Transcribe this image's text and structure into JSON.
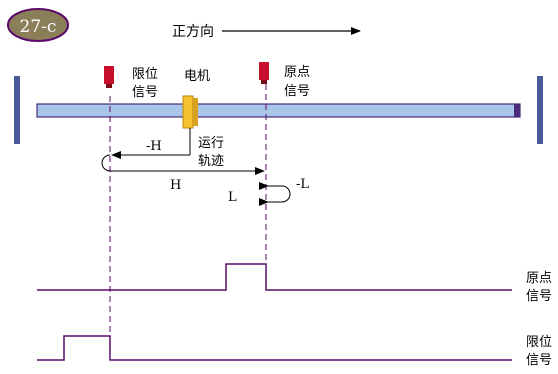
{
  "badge": {
    "text": "27-c"
  },
  "direction": {
    "label": "正方向"
  },
  "sensors": {
    "limit": {
      "line1": "限位",
      "line2": "信号"
    },
    "origin": {
      "line1": "原点",
      "line2": "信号"
    }
  },
  "motor": {
    "label": "电机"
  },
  "path": {
    "label_line1": "运行",
    "label_line2": "轨迹",
    "minus_h": "-H",
    "h": "H",
    "minus_l": "-L",
    "l": "L"
  },
  "signals": {
    "origin": {
      "line1": "原点",
      "line2": "信号"
    },
    "limit": {
      "line1": "限位",
      "line2": "信号"
    }
  },
  "colors": {
    "rail_fill": "#a9c5e8",
    "rail_edge": "#4a2a7a",
    "line": "#5a0a6a",
    "sensor": "#c8102e",
    "motor": "#f4c430",
    "badge_bg": "#8b7f5a"
  }
}
